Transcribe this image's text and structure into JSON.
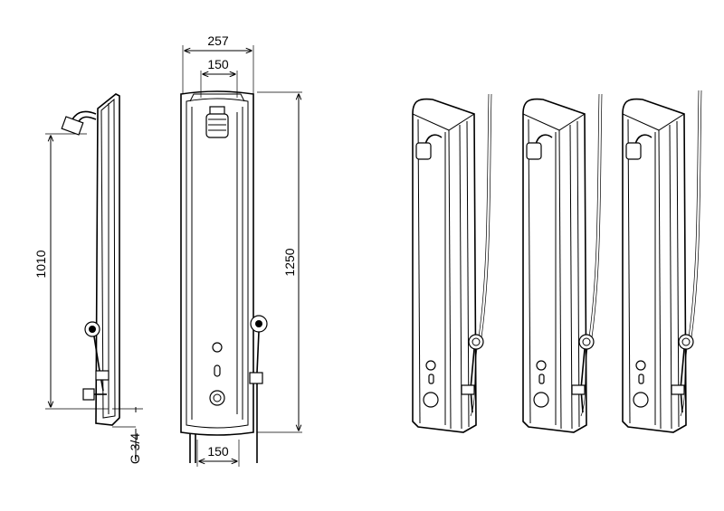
{
  "drawing": {
    "dimensions": {
      "overall_width": "257",
      "inner_width_top": "150",
      "inner_width_bottom": "150",
      "overall_height": "1250",
      "shower_height": "1010",
      "connection": "G 3/4"
    },
    "views": [
      "side-view",
      "front-view",
      "perspective-variant-1",
      "perspective-variant-2",
      "perspective-variant-3"
    ]
  }
}
